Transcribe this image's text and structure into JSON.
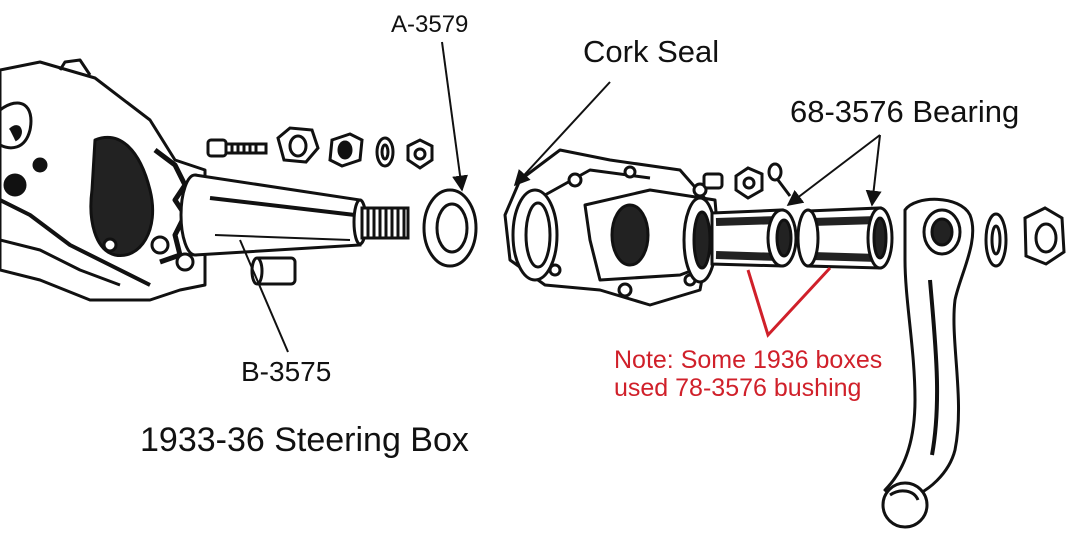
{
  "diagram": {
    "title": "1933-36 Steering Box",
    "labels": {
      "a3579": "A-3579",
      "cork_seal": "Cork Seal",
      "bearing": "68-3576 Bearing",
      "b3575": "B-3575"
    },
    "note": {
      "line1": "Note: Some 1936 boxes",
      "line2": "used 78-3576 bushing",
      "color": "#d0202a"
    },
    "line_color": "#111111"
  }
}
